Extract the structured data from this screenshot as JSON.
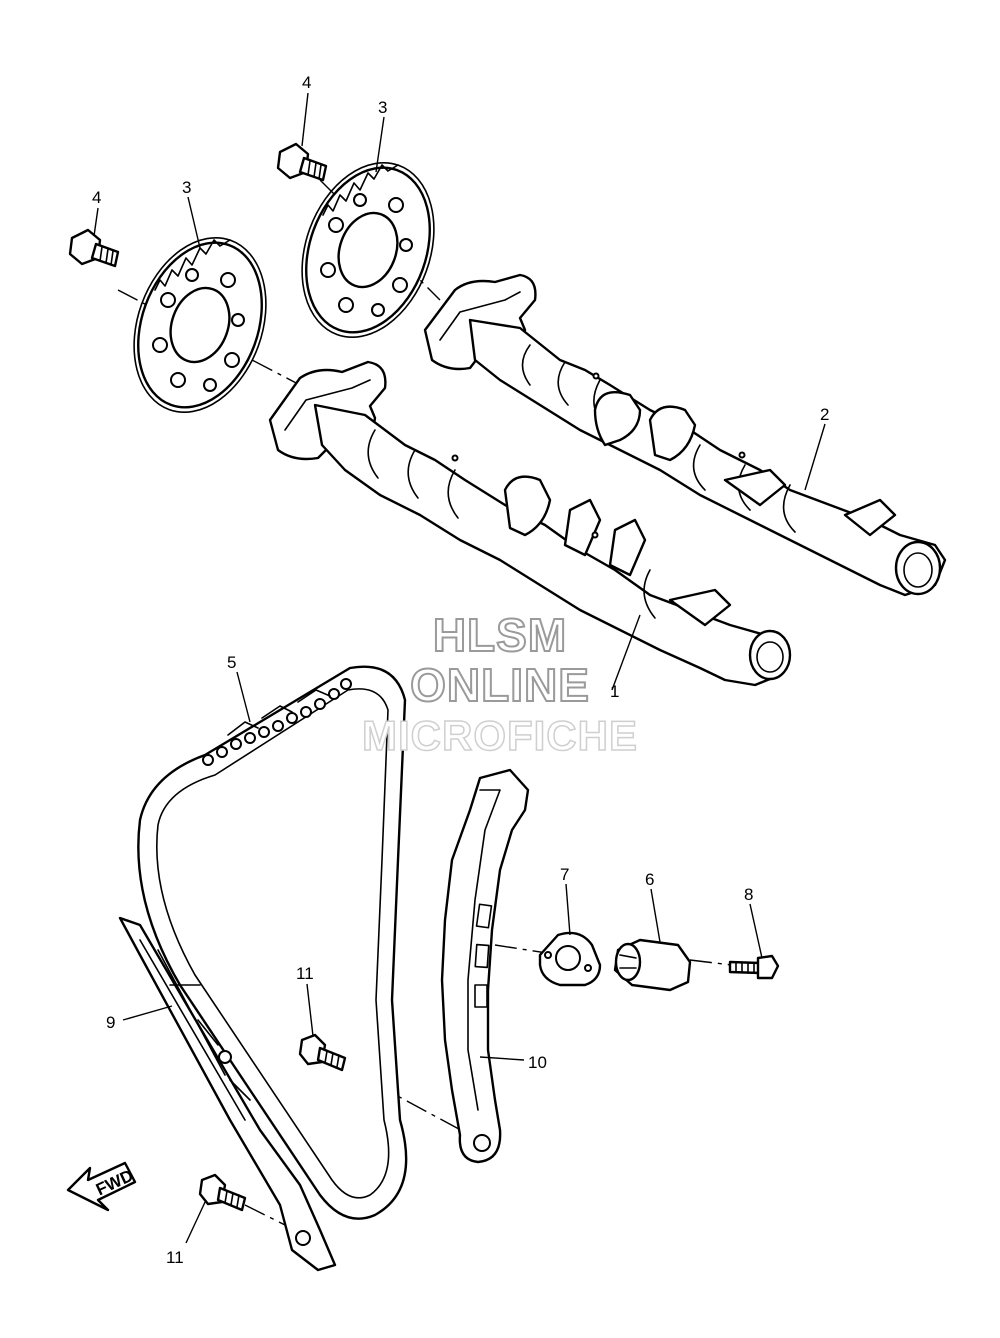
{
  "watermark": {
    "line1": "HLSM",
    "line2": "ONLINE",
    "line3": "MICROFICHE"
  },
  "fwd_label": "FWD",
  "callouts": [
    {
      "id": "c4a",
      "label": "4"
    },
    {
      "id": "c3a",
      "label": "3"
    },
    {
      "id": "c4b",
      "label": "4"
    },
    {
      "id": "c3b",
      "label": "3"
    },
    {
      "id": "c2",
      "label": "2"
    },
    {
      "id": "c1",
      "label": "1"
    },
    {
      "id": "c5",
      "label": "5"
    },
    {
      "id": "c7",
      "label": "7"
    },
    {
      "id": "c6",
      "label": "6"
    },
    {
      "id": "c8",
      "label": "8"
    },
    {
      "id": "c11a",
      "label": "11"
    },
    {
      "id": "c9",
      "label": "9"
    },
    {
      "id": "c10",
      "label": "10"
    },
    {
      "id": "c11b",
      "label": "11"
    }
  ]
}
